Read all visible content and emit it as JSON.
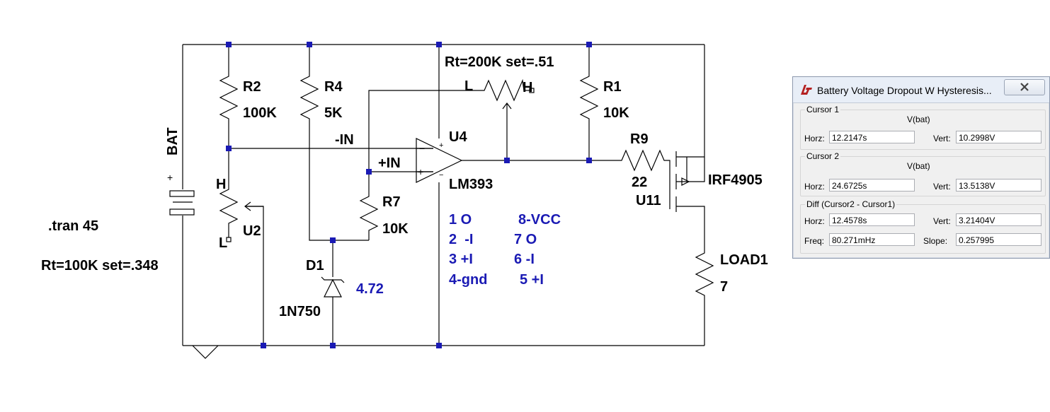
{
  "schematic": {
    "directive": ".tran 45",
    "rt_main": "Rt=100K set=.348",
    "rt_pot": "Rt=200K set=.51",
    "bat": {
      "name": "BAT",
      "plus": "+"
    },
    "r2": {
      "name": "R2",
      "value": "100K"
    },
    "r4": {
      "name": "R4",
      "value": "5K"
    },
    "r1": {
      "name": "R1",
      "value": "10K"
    },
    "r7": {
      "name": "R7",
      "value": "10K"
    },
    "r9": {
      "name": "R9",
      "value": "22"
    },
    "u2": {
      "name": "U2",
      "h": "H",
      "l": "L"
    },
    "pot": {
      "l": "L",
      "h": "H"
    },
    "u4": {
      "name": "U4",
      "part": "LM393",
      "in_minus": "-IN",
      "in_plus": "+IN",
      "sym_plus": "+",
      "sym_minus": "−"
    },
    "d1": {
      "name": "D1",
      "part": "1N750",
      "voltage": "4.72"
    },
    "u11": {
      "name": "U11",
      "part": "IRF4905"
    },
    "load1": {
      "name": "LOAD1",
      "value": "7"
    },
    "pinout": [
      [
        "1 O",
        "8-VCC"
      ],
      [
        "2  -I",
        "7 O"
      ],
      [
        "3 +I",
        "6 -I"
      ],
      [
        "4-gnd",
        "5 +I"
      ]
    ]
  },
  "dialog": {
    "title": "Battery Voltage Dropout W Hysteresis...",
    "cursor1": {
      "label": "Cursor 1",
      "signal": "V(bat)",
      "horz_label": "Horz:",
      "horz": "12.2147s",
      "vert_label": "Vert:",
      "vert": "10.2998V"
    },
    "cursor2": {
      "label": "Cursor 2",
      "signal": "V(bat)",
      "horz_label": "Horz:",
      "horz": "24.6725s",
      "vert_label": "Vert:",
      "vert": "13.5138V"
    },
    "diff": {
      "label": "Diff (Cursor2 - Cursor1)",
      "horz_label": "Horz:",
      "horz": "12.4578s",
      "vert_label": "Vert:",
      "vert": "3.21404V",
      "freq_label": "Freq:",
      "freq": "80.271mHz",
      "slope_label": "Slope:",
      "slope": "0.257995"
    }
  },
  "colors": {
    "wire": "#000000",
    "junction": "#1a1ab4",
    "annotation": "#1a1ab4"
  }
}
